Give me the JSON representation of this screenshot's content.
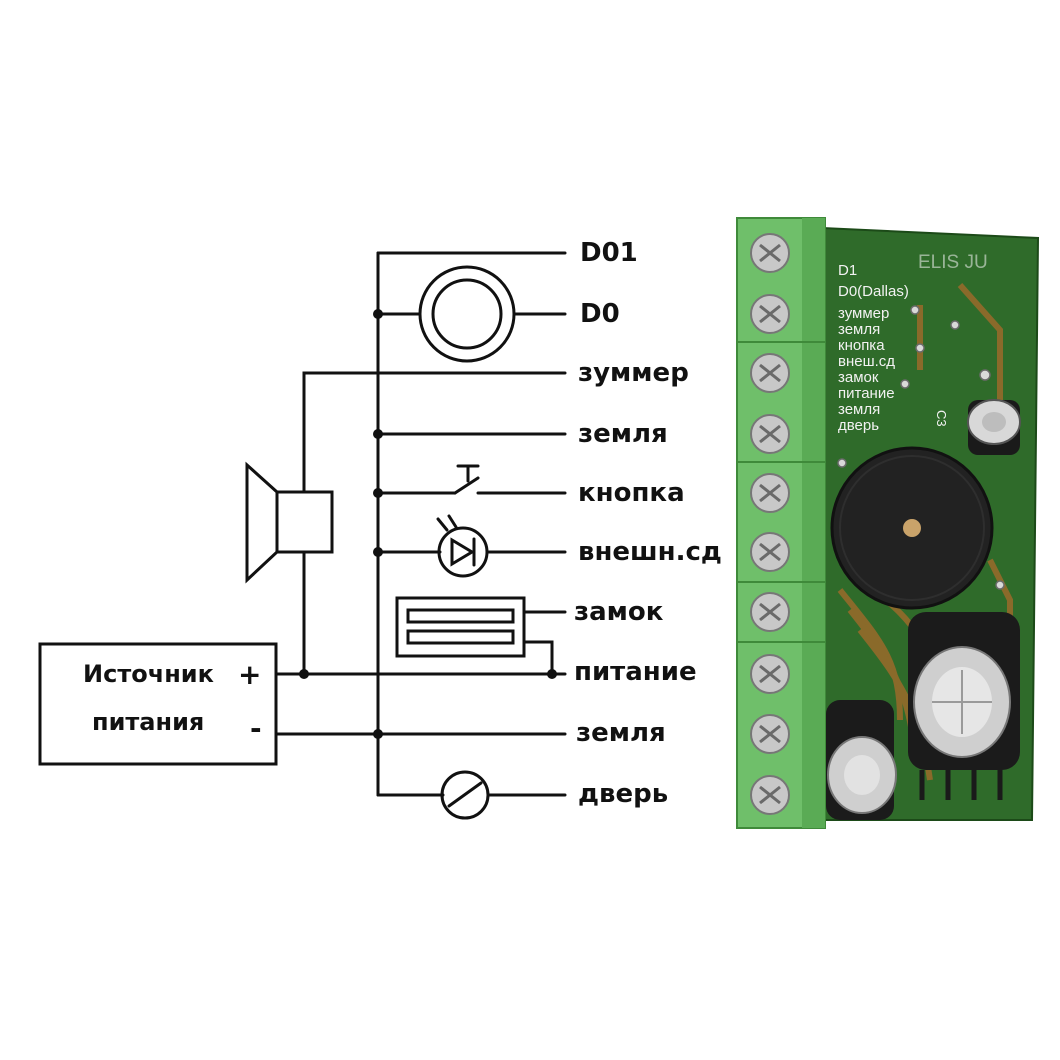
{
  "terminals": [
    {
      "label": "D01"
    },
    {
      "label": "D0"
    },
    {
      "label": "зуммер"
    },
    {
      "label": "земля"
    },
    {
      "label": "кнопка"
    },
    {
      "label": "внешн.сд"
    },
    {
      "label": "замок"
    },
    {
      "label": "питание"
    },
    {
      "label": "земля"
    },
    {
      "label": "дверь"
    }
  ],
  "power_source": {
    "line1": "Источник",
    "line2": "питания",
    "plus": "+",
    "minus": "-"
  },
  "board": {
    "brand": "ELIS JU",
    "silkscreen": [
      "D1",
      "D0(Dallas)",
      "зуммер",
      "земля",
      "кнопка",
      "внеш.сд",
      "замок",
      "питание",
      "земля",
      "дверь"
    ],
    "cap_label": "C3",
    "colors": {
      "pcb": "#2f6b2a",
      "terminal_block": "#6fbf6a",
      "buzzer": "#222222",
      "silkscreen": "#f2f2f2"
    }
  }
}
